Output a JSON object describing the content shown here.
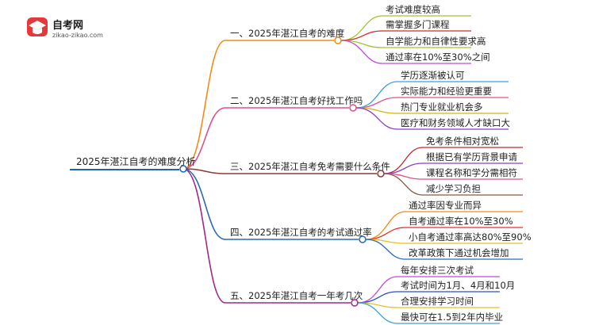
{
  "logo": {
    "title": "自考网",
    "url": "zikao-zikao.com",
    "color": "#e5383b"
  },
  "root": {
    "label": "2025年湛江自考的难度分析",
    "color": "#1e63b5"
  },
  "branches": [
    {
      "label": "一、2025年湛江自考的难度",
      "color": "#f08c1c",
      "children": [
        {
          "label": "考试难度较高",
          "color": "#a0c42c"
        },
        {
          "label": "需掌握多门课程",
          "color": "#d22a2a"
        },
        {
          "label": "自学能力和自律性要求高",
          "color": "#a0c42c"
        },
        {
          "label": "通过率在10%至30%之间",
          "color": "#c04ad8"
        }
      ]
    },
    {
      "label": "二、2025年湛江自考好找工作吗",
      "color": "#e0508c",
      "children": [
        {
          "label": "学历逐渐被认可",
          "color": "#3aa0e0"
        },
        {
          "label": "实际能力和经验更重要",
          "color": "#e0508c"
        },
        {
          "label": "热门专业就业机会多",
          "color": "#d8b418"
        },
        {
          "label": "医疗和财务领域人才缺口大",
          "color": "#8a3cc8"
        }
      ]
    },
    {
      "label": "三、2025年湛江自考免考需要什么条件",
      "color": "#8a3a3a",
      "children": [
        {
          "label": "免考条件相对宽松",
          "color": "#c02a2a"
        },
        {
          "label": "根据已有学历背景申请",
          "color": "#8a3cc8"
        },
        {
          "label": "课程名称和学分需相符",
          "color": "#e0508c"
        },
        {
          "label": "减少学习负担",
          "color": "#8a5a40"
        }
      ]
    },
    {
      "label": "四、2025年湛江自考的考试通过率",
      "color": "#2a6ab8",
      "children": [
        {
          "label": "通过率因专业而异",
          "color": "#f08c1c"
        },
        {
          "label": "自考通过率在10%至30%",
          "color": "#e03030"
        },
        {
          "label": "小自考通过率高达80%至90%",
          "color": "#e8c020"
        },
        {
          "label": "改革政策下通过机会增加",
          "color": "#2a6ab8"
        }
      ]
    },
    {
      "label": "五、2025年湛江自考一年考几次",
      "color": "#a02a88",
      "children": [
        {
          "label": "每年安排三次考试",
          "color": "#c04ad8"
        },
        {
          "label": "考试时间为1月、4月和10月",
          "color": "#2a50c8"
        },
        {
          "label": "合理安排学习时间",
          "color": "#e8c020"
        },
        {
          "label": "最快可在1.5到2年内毕业",
          "color": "#3aa0e0"
        }
      ]
    }
  ]
}
